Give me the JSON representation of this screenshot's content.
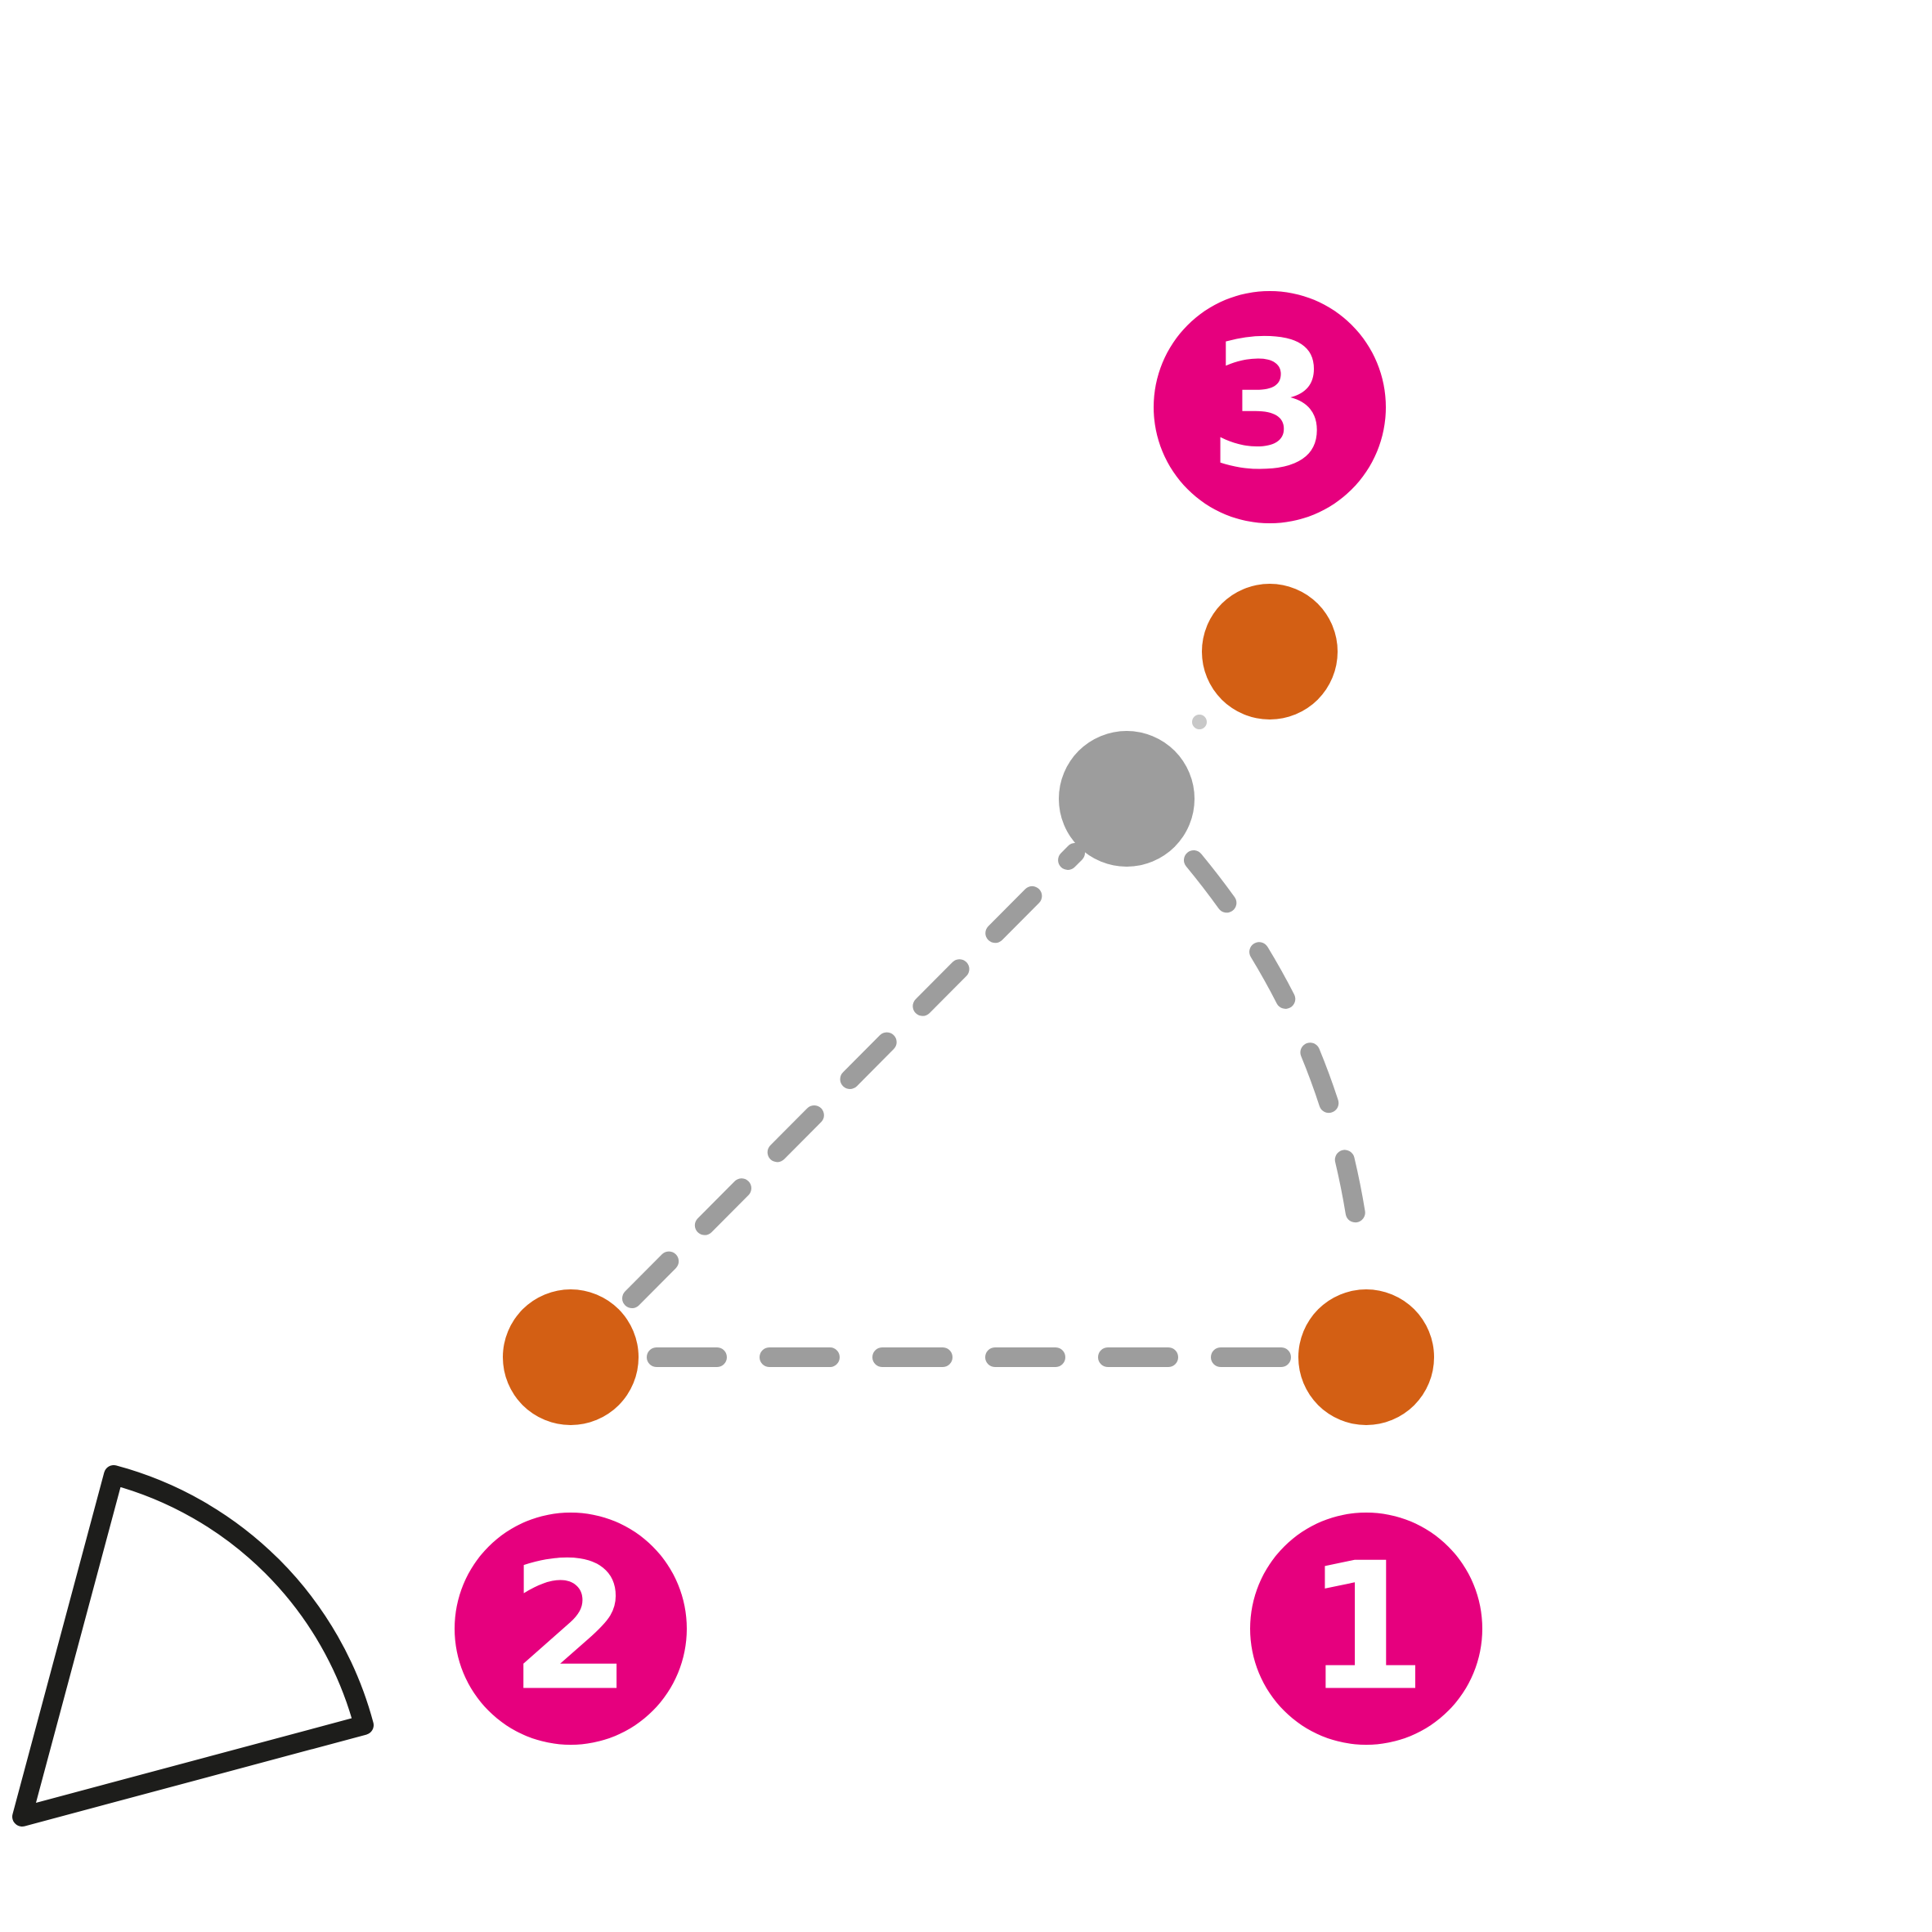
{
  "colors": {
    "background": "#ffffff",
    "marker": "#e6007e",
    "marker_text": "#ffffff",
    "node": "#d35f14",
    "hub": "#9d9d9d",
    "path": "#9d9d9d",
    "path_faint": "#c8c8c8",
    "camera_outline": "#1d1d1b"
  },
  "markers": [
    {
      "id": "1",
      "label": "1"
    },
    {
      "id": "2",
      "label": "2"
    },
    {
      "id": "3",
      "label": "3"
    }
  ],
  "icons": {
    "camera": "field-of-view-wedge-icon"
  }
}
